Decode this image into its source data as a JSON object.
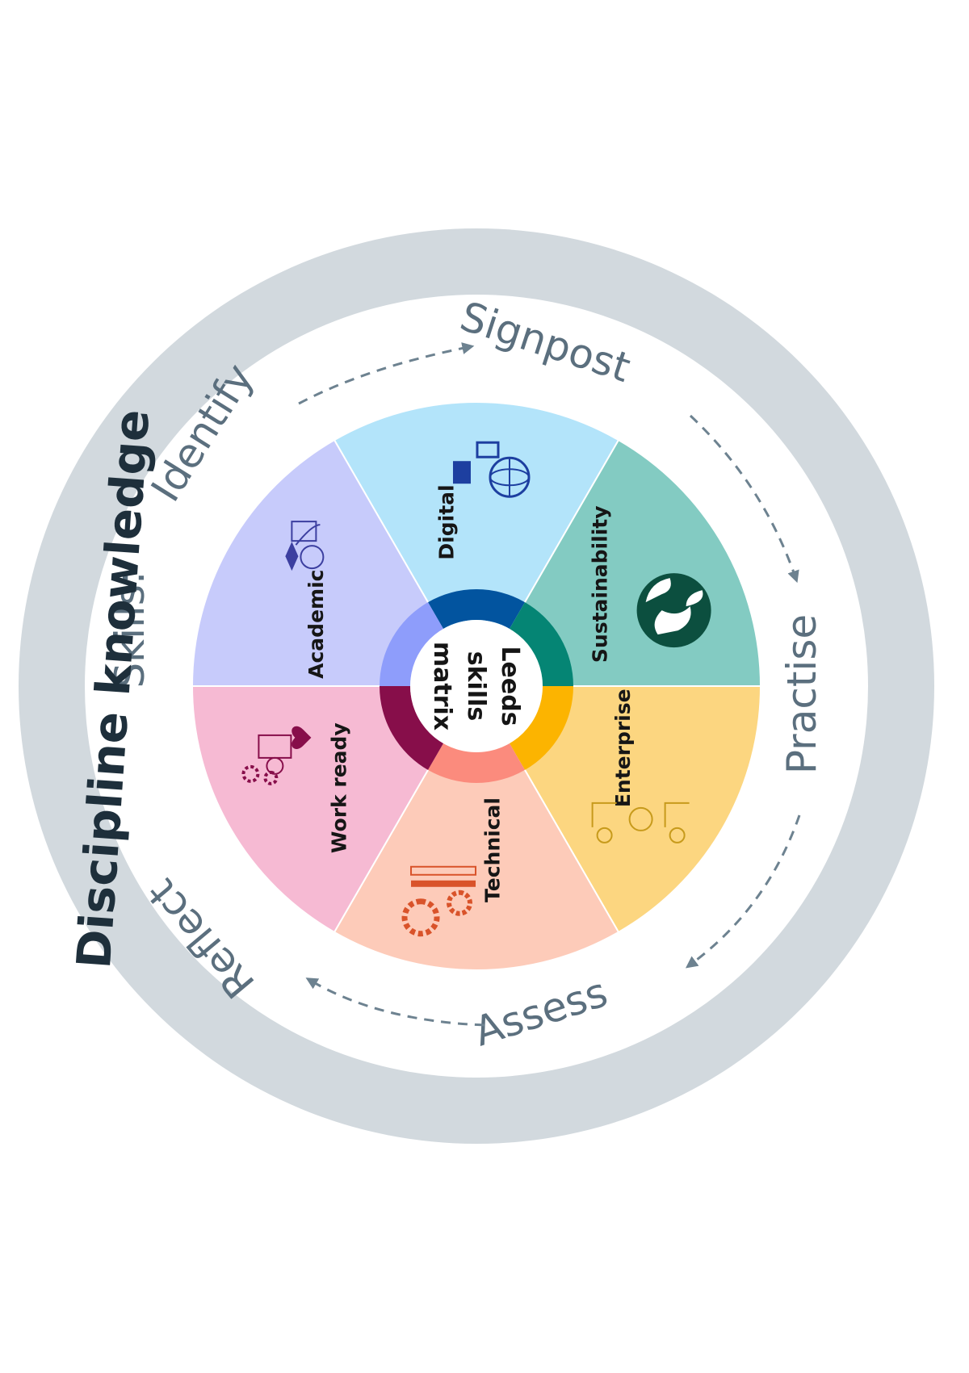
{
  "outer_ring": {
    "title": "Discipline knowledge",
    "color": "#d2d9de"
  },
  "cycle": {
    "prefix": "Skills:",
    "steps": [
      "Identify",
      "Signpost",
      "Practise",
      "Assess",
      "Reflect"
    ],
    "text_color": "#5b6f7e"
  },
  "center": {
    "lines": [
      "Leeds",
      "skills",
      "matrix"
    ]
  },
  "segments": [
    {
      "label": "Digital",
      "icon": "globe-devices-icon",
      "fill": "#b3e4fa",
      "accent": "#02549f"
    },
    {
      "label": "Sustainability",
      "icon": "earth-icon",
      "fill": "#83cbc2",
      "accent": "#058574"
    },
    {
      "label": "Enterprise",
      "icon": "lightbulb-people-icon",
      "fill": "#fcd680",
      "accent": "#fcb400"
    },
    {
      "label": "Technical",
      "icon": "gears-tools-icon",
      "fill": "#fdcbb9",
      "accent": "#fb8b7d"
    },
    {
      "label": "Work ready",
      "icon": "person-gears-heart-icon",
      "fill": "#f6bad3",
      "accent": "#870e4a"
    },
    {
      "label": "Academic",
      "icon": "graduate-icon",
      "fill": "#c7cbfb",
      "accent": "#8e9dfb"
    }
  ]
}
